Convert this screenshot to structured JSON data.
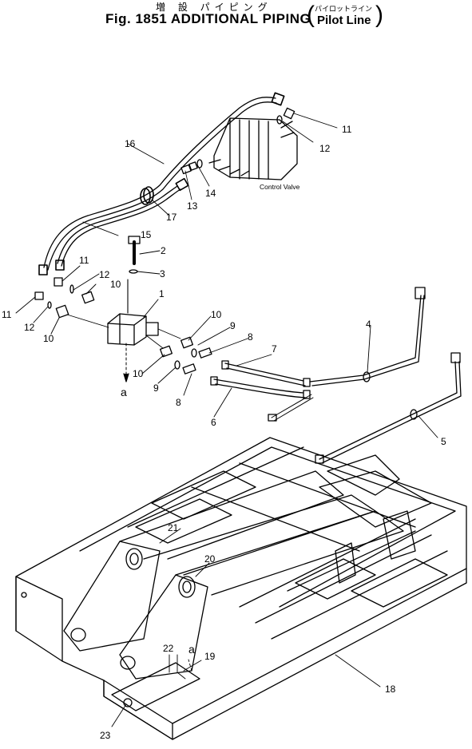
{
  "title": {
    "jp": "増 設 パイピング",
    "main": "Fig. 1851  ADDITIONAL PIPING",
    "paren_jp": "パイロットライン",
    "paren_en": "Pilot  Line"
  },
  "component_labels": {
    "control_valve": "Control Valve"
  },
  "view_marker": "a",
  "callouts": [
    "1",
    "2",
    "3",
    "4",
    "5",
    "6",
    "7",
    "8",
    "8",
    "9",
    "9",
    "10",
    "10",
    "10",
    "10",
    "11",
    "11",
    "11",
    "12",
    "12",
    "12",
    "13",
    "14",
    "15",
    "16",
    "17",
    "18",
    "19",
    "20",
    "21",
    "22",
    "23"
  ]
}
